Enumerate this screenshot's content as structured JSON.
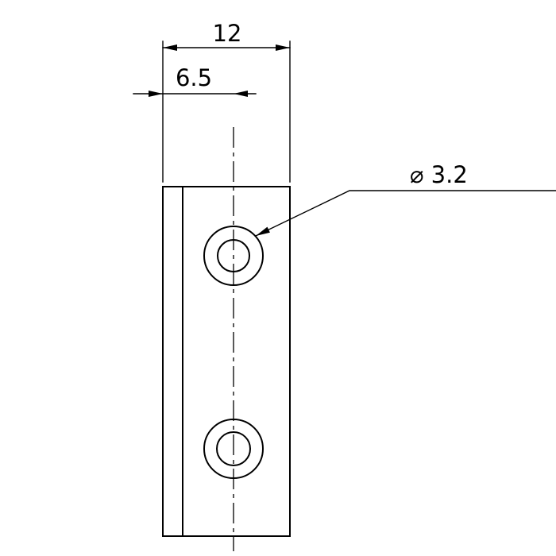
{
  "drawing": {
    "type": "technical-dimension-drawing",
    "line_color": "#000000",
    "background_color": "#ffffff",
    "dimensions": {
      "width": {
        "label": "12",
        "value": 12
      },
      "hole_offset": {
        "label": "6.5",
        "value": 6.5
      },
      "hole_diameter": {
        "label": "⌀ 3.2",
        "value": 3.2
      }
    }
  }
}
